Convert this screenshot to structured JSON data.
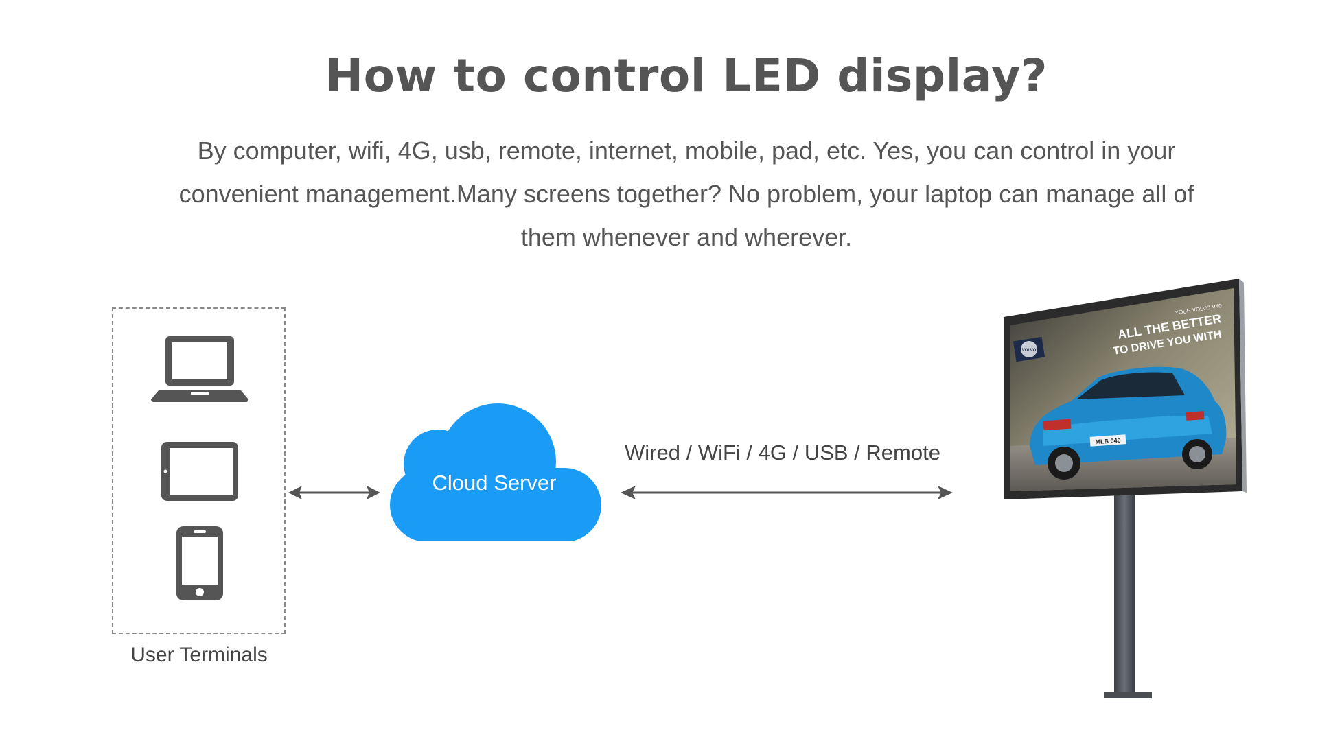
{
  "header": {
    "title": "How to control LED display?",
    "description": "By computer, wifi, 4G, usb, remote, internet, mobile, pad, etc. Yes, you can control in your convenient management.Many screens together? No problem, your laptop can manage all of them whenever and wherever."
  },
  "diagram": {
    "terminals": {
      "label": "User Terminals",
      "devices": [
        "laptop-icon",
        "tablet-icon",
        "phone-icon"
      ]
    },
    "cloud": {
      "label": "Cloud Server",
      "color": "#1a9bf5"
    },
    "connection": {
      "label": "Wired / WiFi / 4G / USB / Remote"
    },
    "billboard": {
      "ad_lines": [
        "YOUR VOLVO V40",
        "ALL THE BETTER",
        "TO DRIVE YOU WITH"
      ],
      "brand": "VOLVO",
      "plate": "MLB 040"
    }
  }
}
